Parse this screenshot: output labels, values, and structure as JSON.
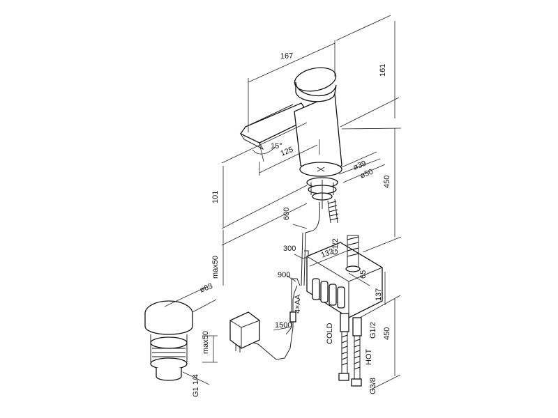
{
  "dimensions": {
    "width_167": "167",
    "height_161": "161",
    "angle_15": "15°",
    "reach_125": "125",
    "dia_39": "ø39",
    "dia_50": "ø50",
    "height_450_top": "450",
    "height_101": "101",
    "max_50_left": "max50",
    "hose_600": "600",
    "hose_300": "300",
    "hose_900": "900",
    "cable_1500": "1500",
    "thread_g12_top": "G1/2",
    "box_132": "132",
    "box_65": "65",
    "box_137": "137",
    "batteries": "4×AA",
    "height_450_bottom": "450",
    "thread_g12_bottom": "G1/2",
    "cold": "COLD",
    "hot": "HOT",
    "thread_g38": "G3/8",
    "waste_dia_63": "ø63",
    "waste_max50": "max50",
    "waste_thread": "G1 1/4"
  }
}
